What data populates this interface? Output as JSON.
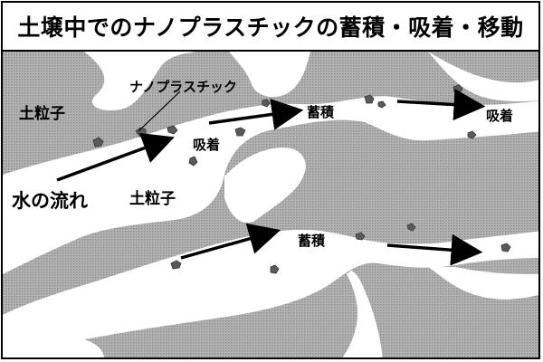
{
  "title": "土壌中でのナノプラスチックの蓄積・吸着・移動",
  "labels": {
    "soil_particle_top": "土粒子",
    "soil_particle_mid": "土粒子",
    "nanoplastic": "ナノプラスチック",
    "adsorption_1": "吸着",
    "accumulation_1": "蓄積",
    "adsorption_2": "吸着",
    "accumulation_2": "蓄積",
    "water_flow": "水の流れ"
  },
  "colors": {
    "soil": "#a9a9a9",
    "pore": "#ffffff",
    "particle": "#5a5a5a",
    "arrow": "#000000"
  }
}
